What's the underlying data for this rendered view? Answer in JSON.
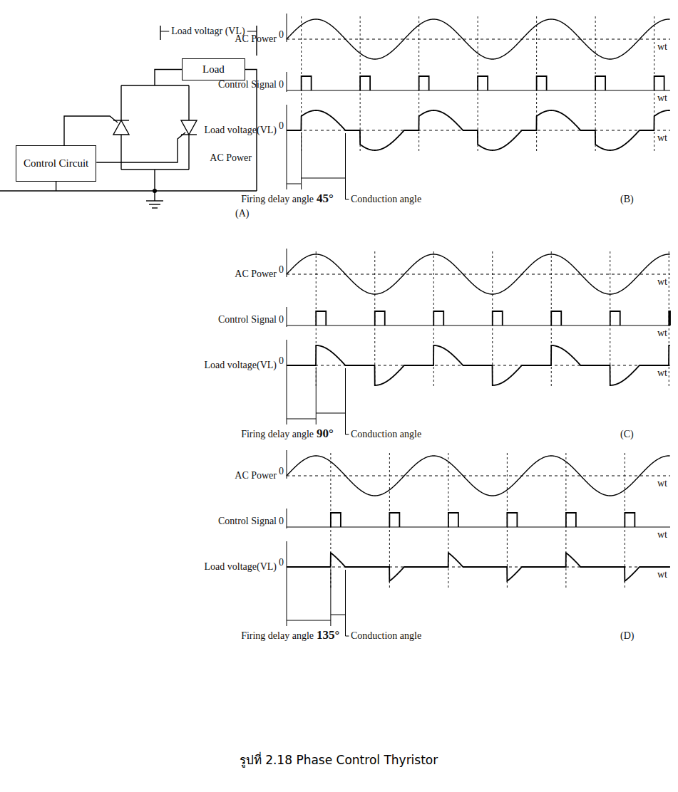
{
  "diagram": {
    "caption": "รูปที่ 2.18 Phase Control Thyristor",
    "nodes": [
      {
        "text": [
          "Load"
        ]
      },
      {
        "text": [
          "Control Circuit"
        ]
      }
    ],
    "labels": [
      "Load voltagr (VL)",
      "AC Power",
      "(A)",
      "AC Power",
      "0",
      "wt",
      "Control Signal",
      "0",
      "wt",
      "Load voltage(VL)",
      "0",
      "wt",
      "Firing delay angle",
      "45°",
      "Conduction angle",
      "(B)",
      "AC Power",
      "0",
      "wt",
      "Control Signal",
      "0",
      "wt",
      "Load voltage(VL)",
      "0",
      "wt",
      "Firing delay angle",
      "90°",
      "Conduction angle",
      "(C)",
      "AC Power",
      "0",
      "wt",
      "Control Signal",
      "0",
      "wt",
      "Load voltage(VL)",
      "0",
      "wt",
      "Firing delay angle",
      "135°",
      "Conduction angle",
      "(D)"
    ]
  }
}
